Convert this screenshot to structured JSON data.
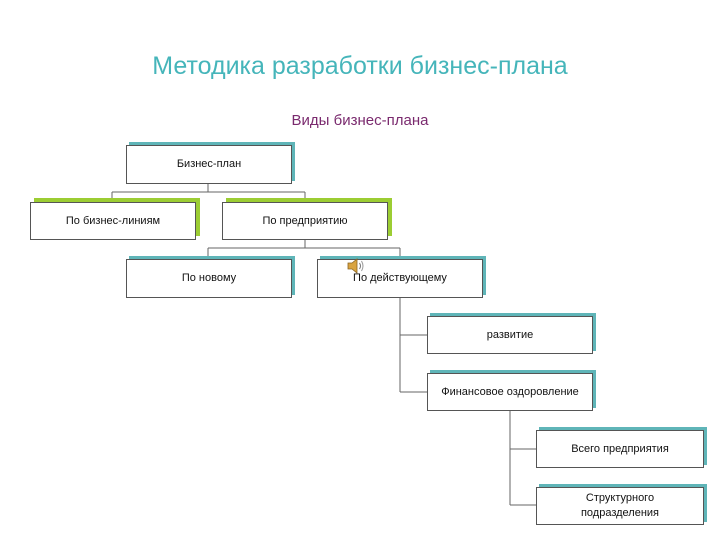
{
  "title": "Методика разработки бизнес-плана",
  "subtitle": "Виды бизнес-плана",
  "nodes": {
    "root": "Бизнес-план",
    "lines": "По бизнес-линиям",
    "enterprise": "По предприятию",
    "new": "По новому",
    "existing": "По действующему",
    "development": "развитие",
    "recovery": "Финансовое оздоровление",
    "whole": "Всего предприятия",
    "unit_line1": "Структурного",
    "unit_line2": "подразделения"
  },
  "icons": {
    "speaker": "speaker-icon"
  },
  "colors": {
    "title": "#45b5ba",
    "subtitle": "#7a2a6e",
    "accent_teal": "#5fb5b8",
    "accent_green": "#9ccd33"
  }
}
